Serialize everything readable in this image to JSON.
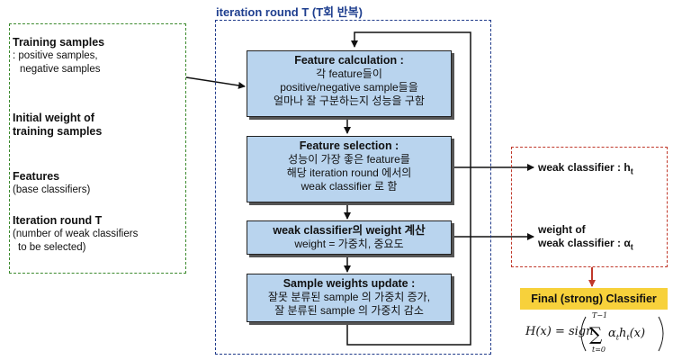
{
  "iteration": {
    "title": "iteration round T (T회 반복)"
  },
  "inputs": {
    "training_head": "Training samples",
    "training_sub1": ": positive samples,",
    "training_sub2": "negative samples",
    "weight_head1": "Initial weight of",
    "weight_head2": "training samples",
    "features_head": "Features",
    "features_sub": "(base classifiers)",
    "iter_head": "Iteration round T",
    "iter_sub1": "(number of weak classifiers",
    "iter_sub2": "to be selected)"
  },
  "steps": [
    {
      "title": "Feature calculation :",
      "lines": [
        "각 feature들이",
        "positive/negative sample들을",
        "얼마나 잘 구분하는지 성능을 구함"
      ]
    },
    {
      "title": "Feature selection :",
      "lines": [
        "성능이 가장 좋은 feature를",
        "해당 iteration round 에서의",
        "weak classifier 로 함"
      ]
    },
    {
      "title": "weak classifier의 weight 계산",
      "lines": [
        "weight = 가중치, 중요도"
      ]
    },
    {
      "title": "Sample weights update :",
      "lines": [
        "잘못 분류된 sample 의 가중치 증가,",
        "잘 분류된 sample 의 가중치 감소"
      ]
    }
  ],
  "outputs": {
    "weak_classifier": "weak classifier : h",
    "weak_classifier_sub": "t",
    "weight_line1": "weight of",
    "weight_line2": "weak classifier : α",
    "weight_sub": "t",
    "final_label": "Final (strong) Classifier"
  },
  "formula": {
    "lhs": "H(x) = sign",
    "sum_top": "T−1",
    "sum_bottom": "t=0",
    "term": "α",
    "term_sub": "t",
    "term2": "h",
    "term2_sub": "t",
    "term2_arg": "(x)"
  },
  "colors": {
    "step_fill": "#b9d4ee",
    "left_border": "#3b8a2d",
    "iter_border": "#1f3a8a",
    "right_border": "#c0392b",
    "final_fill": "#f7d13b",
    "title_blue": "#1f3f8f"
  }
}
